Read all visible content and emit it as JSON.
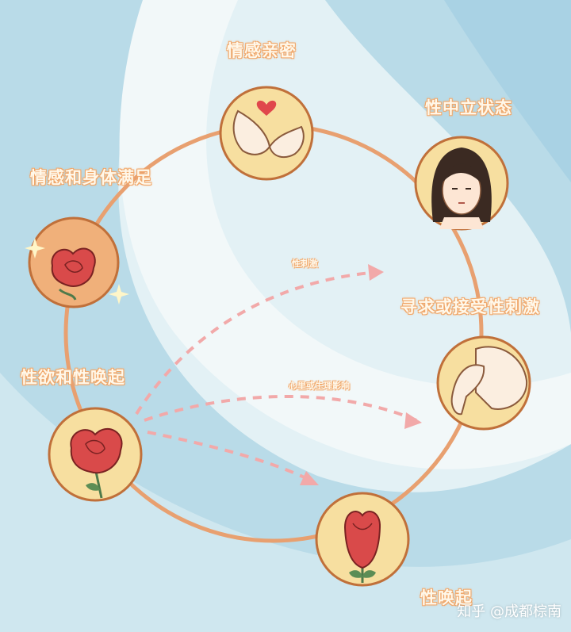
{
  "stages": {
    "intimacy": "情感亲密",
    "neutral": "性中立状态",
    "seek": "寻求或接受性刺激",
    "arousal": "性唤起",
    "desire": "性欲和性唤起",
    "satisfaction": "情感和身体满足"
  },
  "arrows": {
    "stimulus": "性刺激",
    "psych": "心里或生理影响"
  },
  "watermark": "知乎 @成都棕南",
  "colors": {
    "background": "#b9dbe8",
    "ring": "#e8a070",
    "node_fill": "#f7dfa0",
    "node_border": "#c0703a",
    "label_outline": "#f0a76a",
    "arrow": "#f2a9a9",
    "rose": "#d94a4a"
  },
  "icons": [
    "holding-hands-icon",
    "woman-face-icon",
    "hand-touch-icon",
    "rose-bud-icon",
    "rose-icon",
    "rose-sparkle-icon"
  ]
}
